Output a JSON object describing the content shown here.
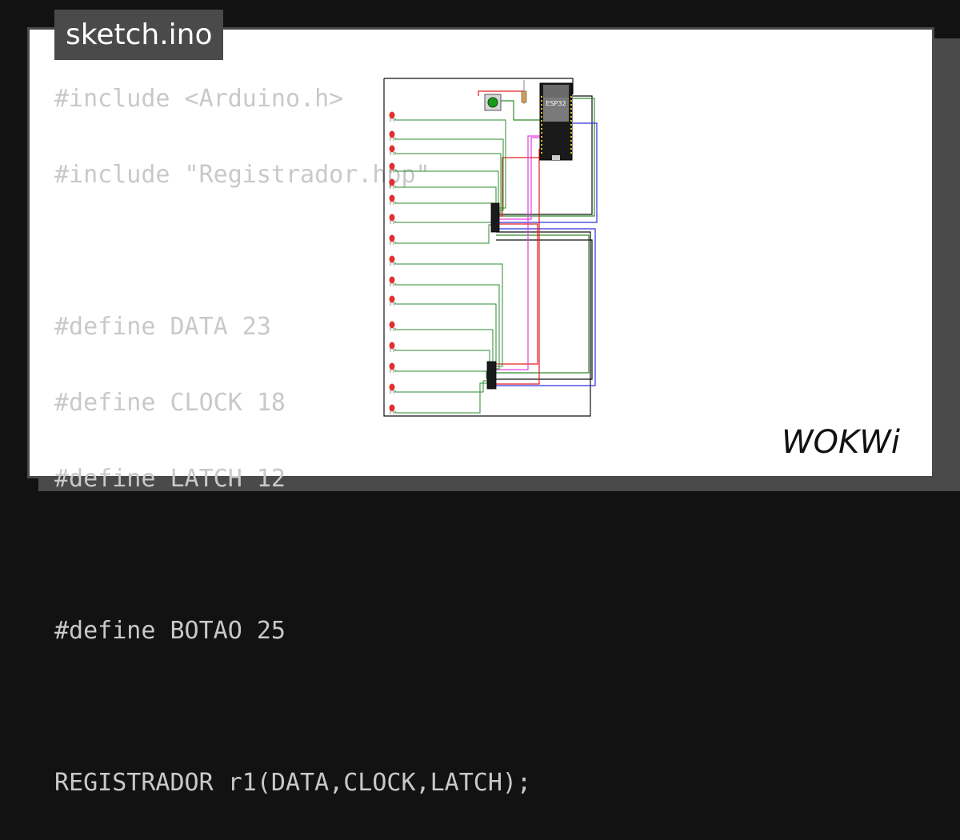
{
  "window": {
    "filename": "sketch.ino"
  },
  "code": {
    "lines": [
      "#include <Arduino.h>",
      "#include \"Registrador.hpp\"",
      "",
      "#define DATA 23",
      "#define CLOCK 18",
      "#define LATCH 12",
      "",
      "#define BOTAO 25",
      "",
      "REGISTRADOR r1(DATA,CLOCK,LATCH);"
    ]
  },
  "circuit": {
    "board_label": "ESP32",
    "led_count": 16,
    "shift_register_count": 2,
    "colors": {
      "led": "#e03030",
      "wire_green": "#2e8b2e",
      "wire_red": "#e02020",
      "wire_magenta": "#e040e0",
      "wire_blue": "#3030e0",
      "wire_black": "#111111",
      "board": "#1a1a1a"
    }
  },
  "brand": {
    "logo": "WOKWi"
  }
}
